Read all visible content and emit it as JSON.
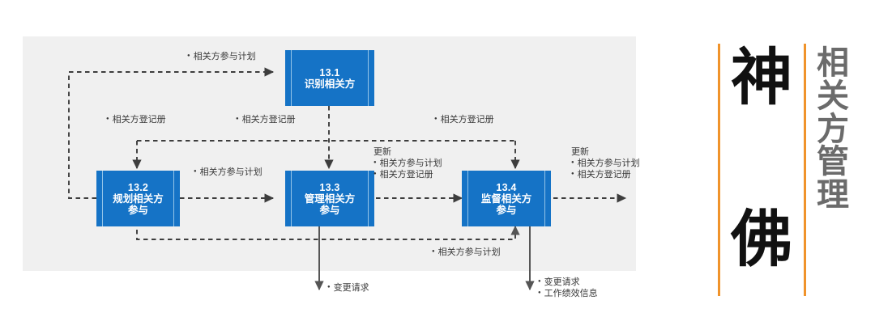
{
  "diagram": {
    "panel_bg": "#f0f0f0",
    "box_color": "#1573c6",
    "accent_color": "#f0932b",
    "processes": [
      {
        "id": "13.1",
        "number": "13.1",
        "title": "识别相关方"
      },
      {
        "id": "13.2",
        "number": "13.2",
        "title_l1": "规划相关方",
        "title_l2": "参与"
      },
      {
        "id": "13.3",
        "number": "13.3",
        "title_l1": "管理相关方",
        "title_l2": "参与"
      },
      {
        "id": "13.4",
        "number": "13.4",
        "title_l1": "监督相关方",
        "title_l2": "参与"
      }
    ],
    "labels": {
      "plan_to_identify": "相关方参与计划",
      "register_left": "相关方登记册",
      "register_mid": "相关方登记册",
      "register_right": "相关方登记册",
      "plan_13_2_out": "相关方参与计划",
      "update_head_mid": "更新",
      "update_mid_1": "相关方参与计划",
      "update_mid_2": "相关方登记册",
      "update_head_right": "更新",
      "update_right_1": "相关方参与计划",
      "update_right_2": "相关方登记册",
      "feedback_plan": "相关方参与计划",
      "change_request_mid": "变更请求",
      "change_request_right": "变更请求",
      "work_performance_info": "工作绩效信息"
    }
  },
  "caption": {
    "mark_top": "神",
    "mark_bottom": "佛",
    "title_chars": [
      "相",
      "关",
      "方",
      "管",
      "理"
    ]
  }
}
